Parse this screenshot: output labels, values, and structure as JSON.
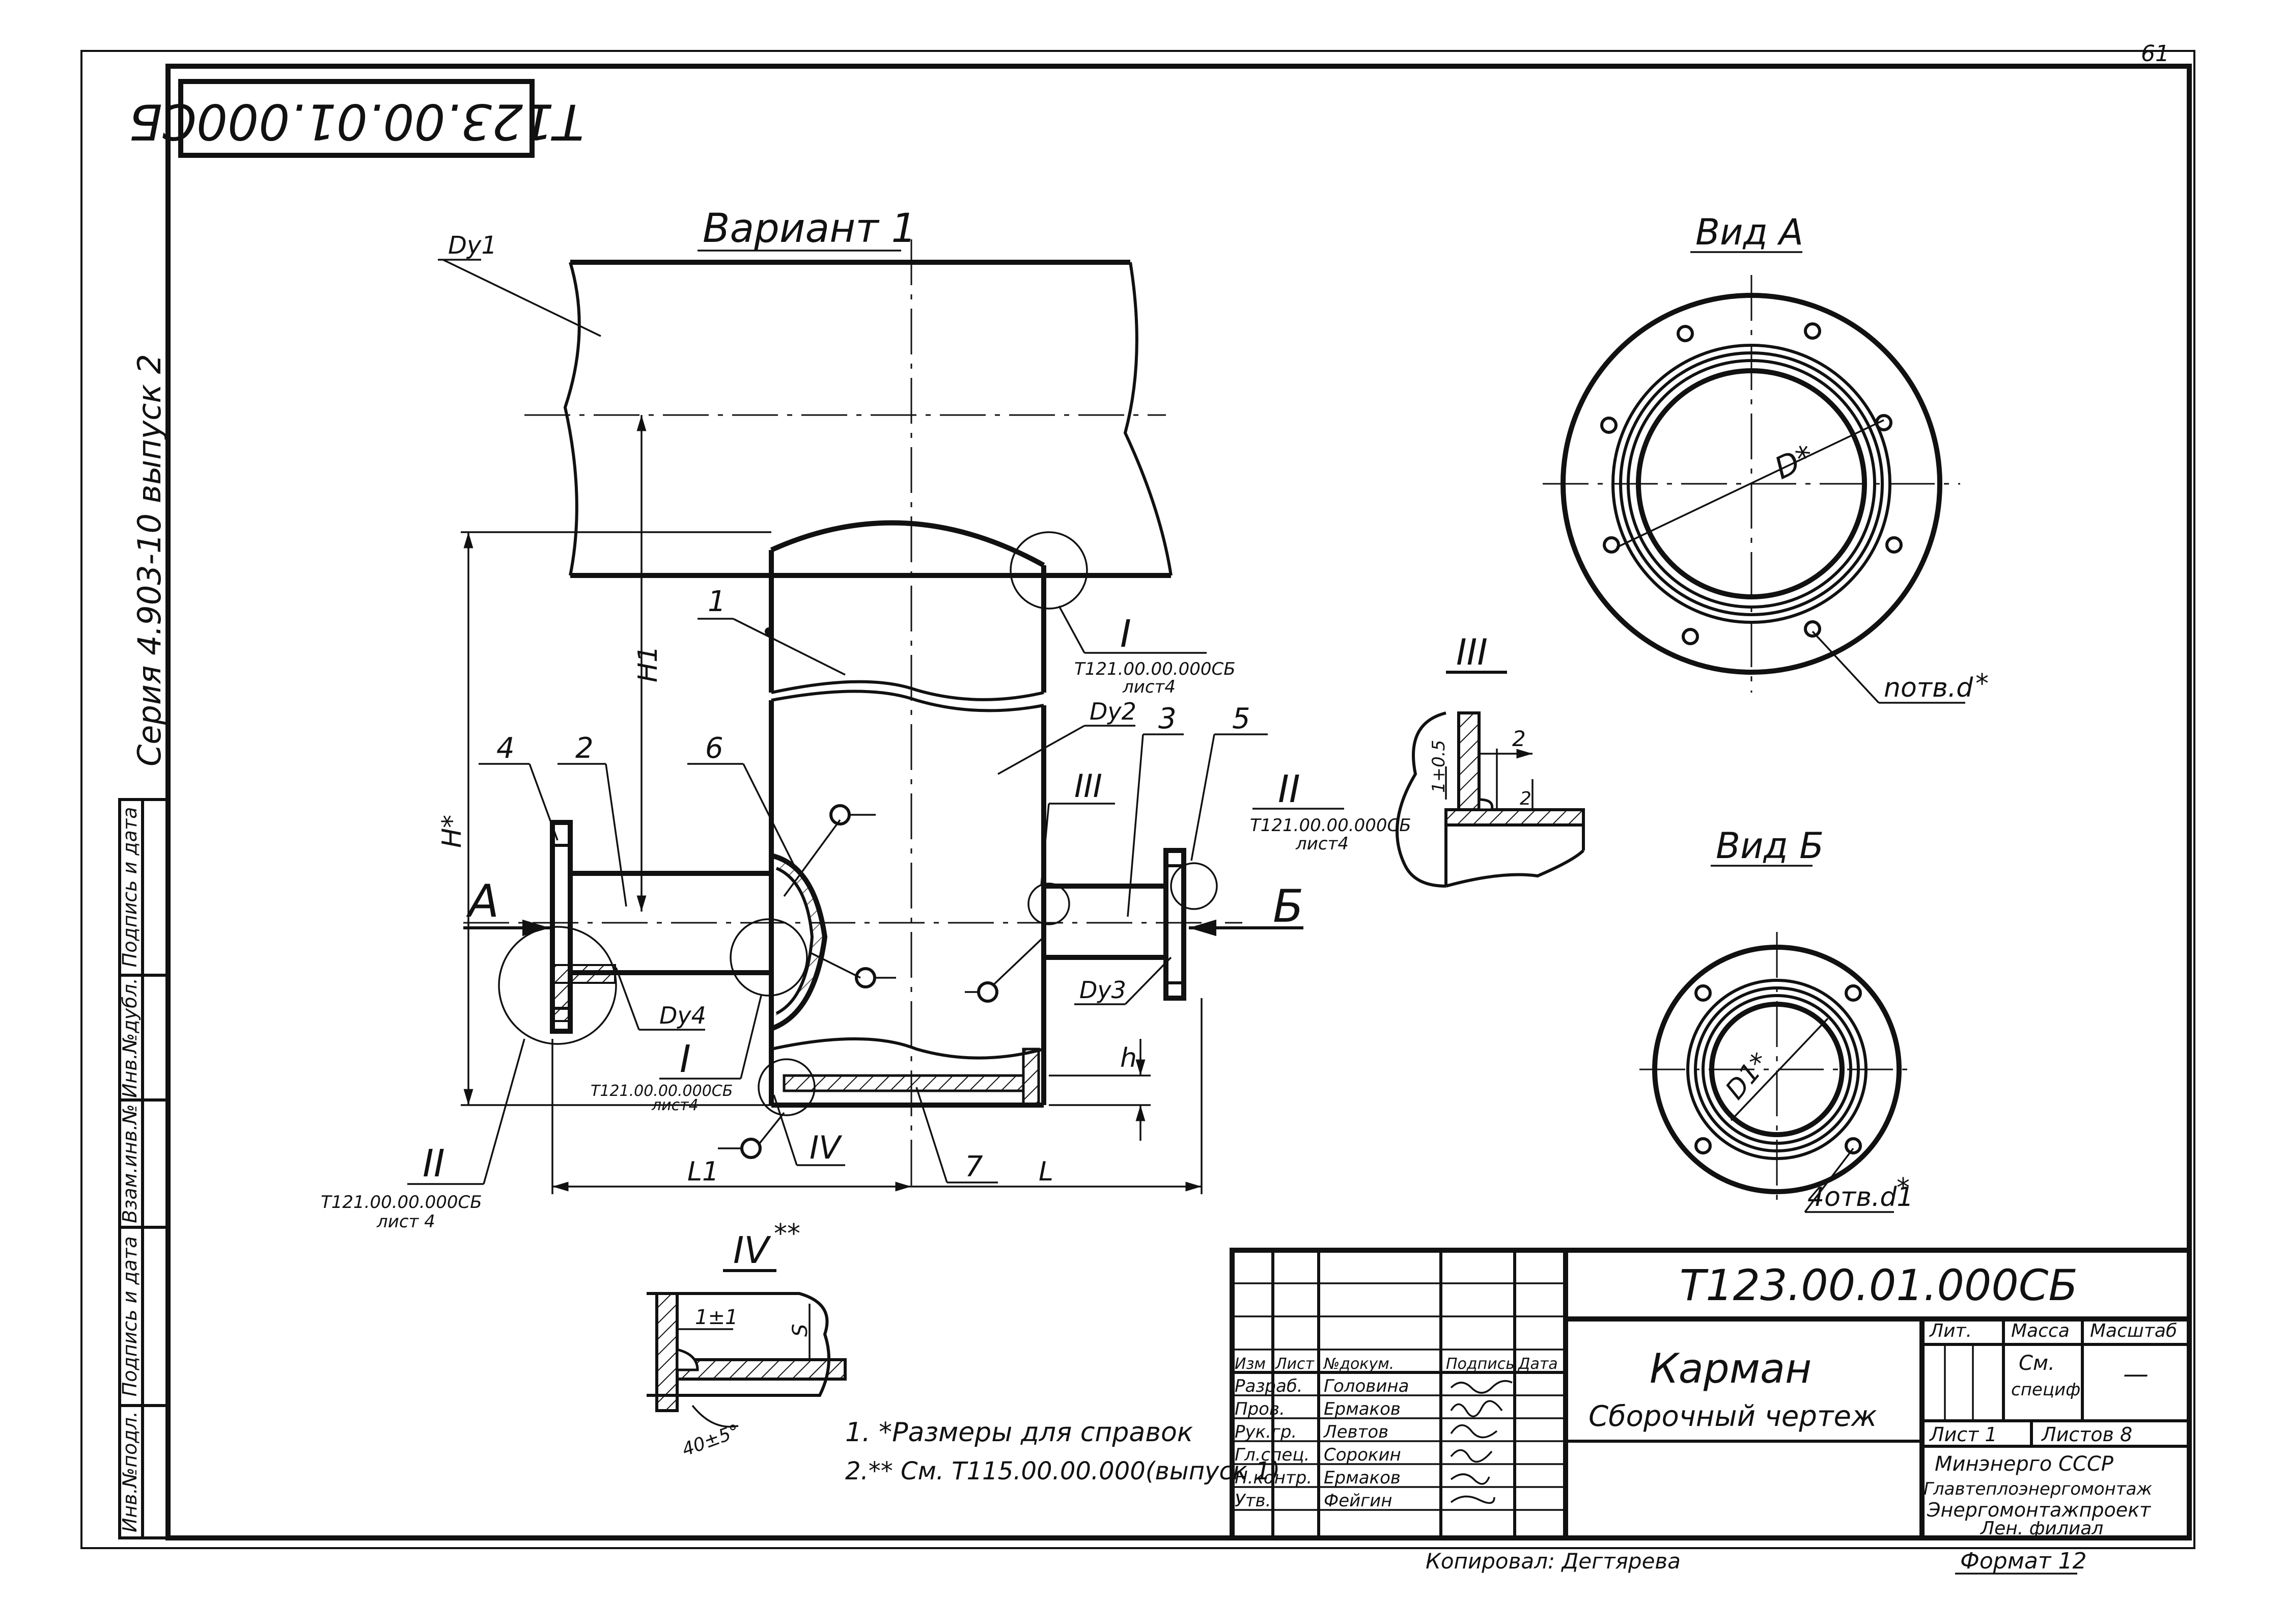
{
  "sheet_number": "61",
  "designation_rotated": "Т123.00.01.000СБ",
  "series_label": "Серия 4.903-10 выпуск 2",
  "side_stamp": [
    "Инв.№подл.",
    "Подпись и дата",
    "Взам.инв.№",
    "Инв.№дубл.",
    "Подпись и дата"
  ],
  "main_view": {
    "title": "Вариант 1",
    "labels": {
      "dy1": "Dу1",
      "dy2": "Dу2",
      "dy3": "Dу3",
      "dy4": "Dу4",
      "h1": "H1",
      "h_star": "H*",
      "h": "h",
      "l1": "L1",
      "l": "L",
      "view_a": "А",
      "view_b": "Б"
    },
    "positions": [
      "1",
      "2",
      "3",
      "4",
      "5",
      "6",
      "7"
    ],
    "callouts": {
      "c1_roman": "I",
      "c1_ref": "Т121.00.00.000СБ",
      "c1_sheet": "лист4",
      "c2_roman": "II",
      "c2_ref": "Т121.00.00.000СБ",
      "c2_sheet": "лист4",
      "c3_roman": "III",
      "c4_roman": "I",
      "c4_ref": "Т121.00.00.000СБ",
      "c4_sheet": "лист4",
      "c5_roman": "IV",
      "c6_roman": "II",
      "c6_ref": "Т121.00.00.000СБ",
      "c6_sheet": "лист 4"
    }
  },
  "detail_iii": {
    "title": "III",
    "dim_angle": "1+0.5",
    "dim_gap": "2",
    "dim_small": "2"
  },
  "detail_iv": {
    "title": "IV",
    "marks": "**",
    "dim_gap": "1±1",
    "dim_s": "S",
    "dim_angle": "40±5°"
  },
  "view_a": {
    "title": "Вид А",
    "diameter": "D*",
    "holes": "nотв.d",
    "star": "*"
  },
  "view_b": {
    "title": "Вид Б",
    "diameter": "D1*",
    "holes": "4отв.d1",
    "star": "*"
  },
  "notes": [
    "1. *Размеры для справок",
    "2.** См. Т115.00.00.000(выпуск 1)"
  ],
  "title_block": {
    "designation": "Т123.00.01.000СБ",
    "name": "Карман",
    "doc_type": "Сборочный чертеж",
    "header": {
      "izm": "Изм",
      "list": "Лист",
      "ndoc": "№докум.",
      "podp": "Подпись",
      "data": "Дата"
    },
    "roles": [
      {
        "role": "Разраб.",
        "name": "Головина"
      },
      {
        "role": "Пров.",
        "name": "Ермаков"
      },
      {
        "role": "Рук.гр.",
        "name": "Левтов"
      },
      {
        "role": "Гл.спец.",
        "name": "Сорокин"
      },
      {
        "role": "Н.контр.",
        "name": "Ермаков"
      },
      {
        "role": "Утв.",
        "name": "Фейгин"
      }
    ],
    "lit_label": "Лит.",
    "mass_label": "Масса",
    "mass_value_1": "См.",
    "mass_value_2": "специф.",
    "scale_label": "Масштаб",
    "scale_value": "—",
    "sheet_label": "Лист 1",
    "sheets_label": "Листов 8",
    "org_lines": [
      "Минэнерго СССР",
      "Главтеплоэнергомонтаж",
      "Энергомонтажпроект",
      "Лен. филиал"
    ],
    "copied": "Копировал: Дегтярева",
    "format": "Формат 12"
  }
}
